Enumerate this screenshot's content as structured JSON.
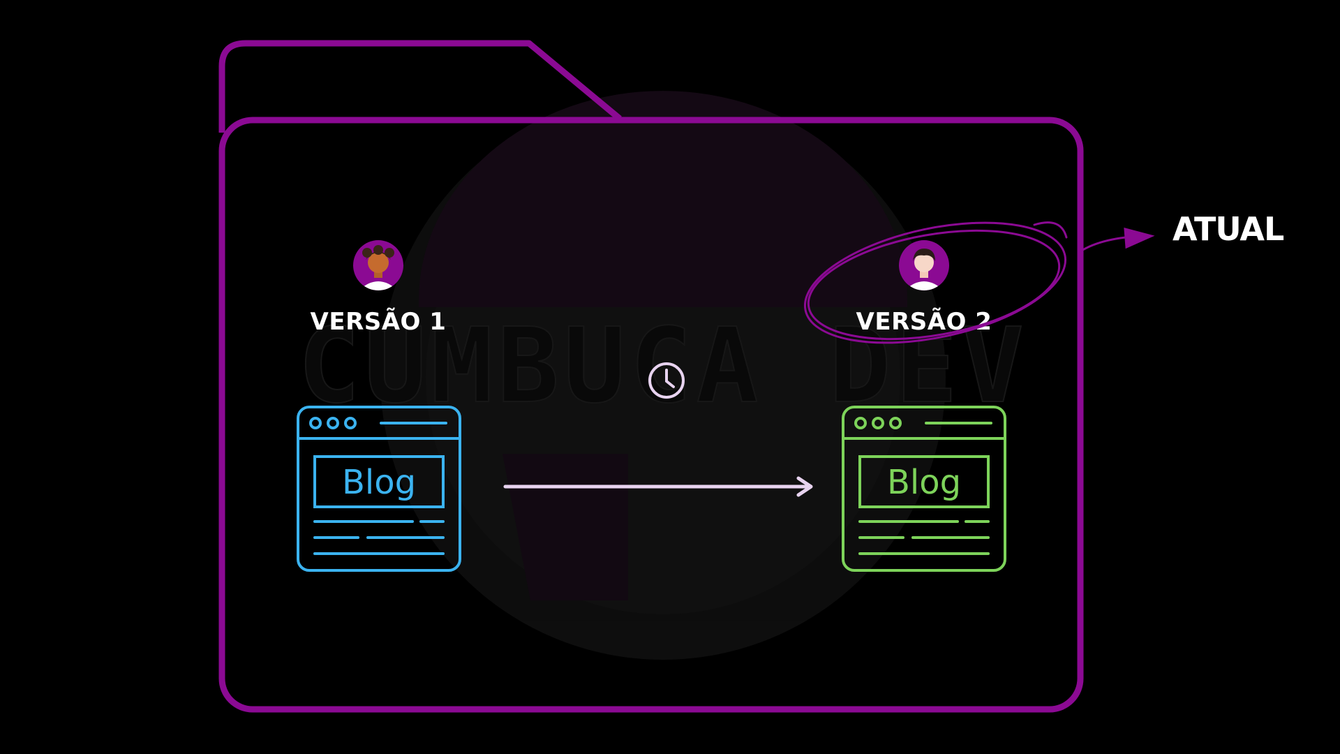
{
  "watermark": {
    "text": "CUMBUCA DEV"
  },
  "versions": [
    {
      "label": "VERSÃO 1",
      "window_label": "Blog",
      "color": "#3BB3F0",
      "avatar": "avatar-girl-curly-hair-icon"
    },
    {
      "label": "VERSÃO 2",
      "window_label": "Blog",
      "color": "#7DD35A",
      "avatar": "avatar-boy-icon"
    }
  ],
  "current_tag": {
    "label": "ATUAL"
  },
  "colors": {
    "folder": "#8B0A93",
    "arrow": "#E8D3F0",
    "annotation": "#8B0A93",
    "avatar_bg": "#8B0A93",
    "background": "#000000"
  },
  "icons": {
    "clock": "clock-icon",
    "arrow": "arrow-right-icon"
  }
}
